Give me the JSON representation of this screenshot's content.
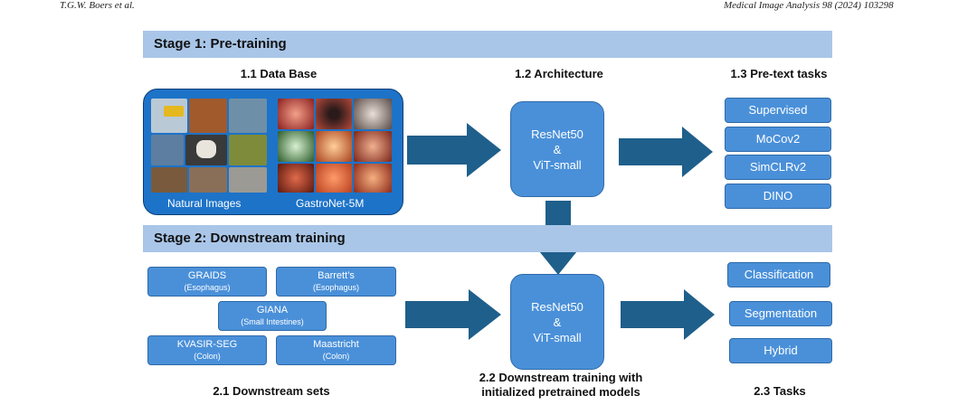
{
  "header": {
    "authors": "T.G.W. Boers  et al.",
    "journal": "Medical Image Analysis 98 (2024) 103298"
  },
  "stage1": {
    "title": "Stage 1: Pre-training",
    "database_heading": "1.1 Data Base",
    "architecture_heading": "1.2 Architecture",
    "pretext_heading": "1.3 Pre-text tasks",
    "natural_caption": "Natural Images",
    "gastro_caption": "GastroNet-5M",
    "arch_line1": "ResNet50",
    "arch_line2": "&",
    "arch_line3": "ViT-small",
    "pretext_tasks": [
      "Supervised",
      "MoCov2",
      "SimCLRv2",
      "DINO"
    ]
  },
  "stage2": {
    "title": "Stage 2: Downstream training",
    "datasets": [
      {
        "name": "GRAIDS",
        "sub": "(Esophagus)"
      },
      {
        "name": "Barrett’s",
        "sub": "(Esophagus)"
      },
      {
        "name": "GIANA",
        "sub": "(Small Intestines)"
      },
      {
        "name": "KVASIR-SEG",
        "sub": "(Colon)"
      },
      {
        "name": "Maastricht",
        "sub": "(Colon)"
      }
    ],
    "arch_line1": "ResNet50",
    "arch_line2": "&",
    "arch_line3": "ViT-small",
    "tasks": [
      "Classification",
      "Segmentation",
      "Hybrid"
    ],
    "datasets_heading": "2.1 Downstream sets",
    "training_heading_line1": "2.2 Downstream training with",
    "training_heading_line2": "initialized pretrained models",
    "tasks_heading": "2.3 Tasks"
  },
  "colors": {
    "stage_bar": "#a9c6e8",
    "box_fill": "#4a90d9",
    "arrow": "#1f5f8b"
  }
}
